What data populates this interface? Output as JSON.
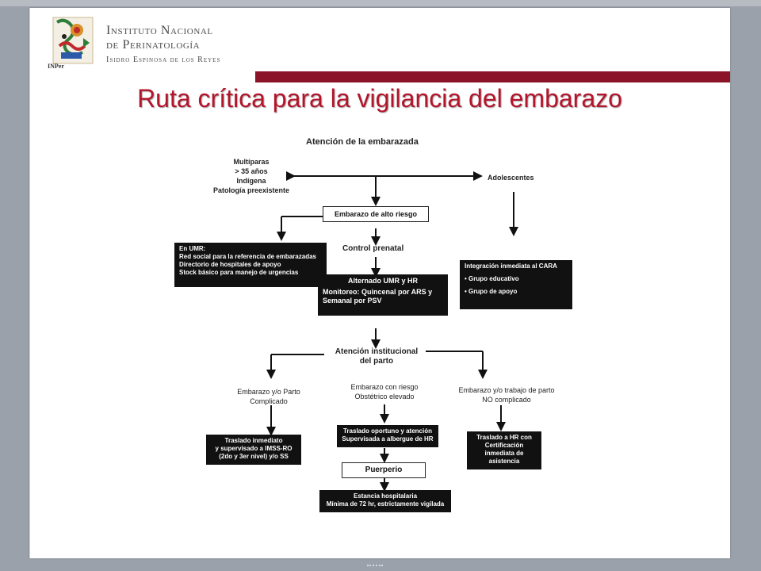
{
  "header": {
    "institution_line1": "Instituto Nacional",
    "institution_line2": "de Perinatología",
    "institution_line3": "Isidro Espinosa de los Reyes",
    "logo_caption": "INPer"
  },
  "slide_title": "Ruta crítica para la vigilancia del embarazo",
  "diagram": {
    "heading": "Atención de la embarazada",
    "risk_factors": [
      "Multíparas",
      "> 35 años",
      "Indígena",
      "Patología preexistente"
    ],
    "adolescentes": "Adolescentes",
    "alto_riesgo": "Embarazo de alto riesgo",
    "control_prenatal": "Control prenatal",
    "umr_box": [
      "En UMR:",
      "Red social para la referencia de embarazadas",
      "Directorio de hospitales de apoyo",
      "Stock básico para manejo de urgencias"
    ],
    "alternado_title": "Alternado UMR y HR",
    "alternado_body": "Monitoreo: Quincenal por ARS y Semanal por PSV",
    "cara_title": "Integración inmediata al CARA",
    "cara_items": [
      "Grupo educativo",
      "Grupo de apoyo"
    ],
    "parto": [
      "Atención institucional",
      "del parto"
    ],
    "complicado": [
      "Embarazo y/o Parto",
      "Complicado"
    ],
    "riesgo": [
      "Embarazo con riesgo",
      "Obstétrico elevado"
    ],
    "no_complicado": [
      "Embarazo y/o trabajo de parto",
      "NO complicado"
    ],
    "traslado_imss": [
      "Traslado inmediato",
      "y supervisado a IMSS-RO",
      "(2do y 3er nivel) y/o SS"
    ],
    "traslado_oportuno": [
      "Traslado oportuno y atención",
      "Supervisada a albergue de HR"
    ],
    "traslado_hr": [
      "Traslado a HR con",
      "Certificación",
      "inmediata de",
      "asistencia"
    ],
    "puerperio": "Puerperio",
    "estancia": [
      "Estancia hospitalaria",
      "Mínima de 72 hr, estrictamente vigilada"
    ]
  },
  "colors": {
    "title": "#b3152b",
    "redbar": "#8b1428"
  }
}
